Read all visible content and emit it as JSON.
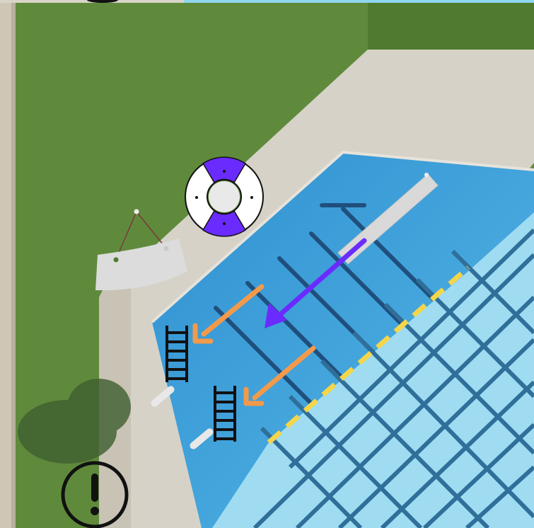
{
  "map": {
    "type": "aerial pool safety diagram",
    "colors": {
      "grass": "#5f8a3c",
      "grass_dark": "#4f7a2f",
      "sidewalk": "#cfc6b6",
      "deck": "#d6d2c8",
      "pool_deep": "#3f9fd8",
      "pool_shallow": "#9fdcf1",
      "lane_lines": "#1f4f7d",
      "rope_line": "#f5d54a",
      "arrow_orange": "#f39a4a",
      "arrow_purple": "#6a2bff",
      "ring_purple": "#6a2bff",
      "ladder": "#111111"
    },
    "icons": {
      "ring": "life-ring-icon",
      "ladder": "ladder-icon",
      "warning": "exclamation-icon",
      "board": "diving-board-icon",
      "sign": "hanging-sign-icon"
    },
    "arrows": [
      {
        "name": "orange-arrow-to-ladder-1",
        "color": "orange"
      },
      {
        "name": "orange-arrow-to-ladder-2",
        "color": "orange"
      },
      {
        "name": "purple-arrow-from-board",
        "color": "purple"
      }
    ],
    "ladders_count": 2,
    "lines": [
      {
        "name": "deep-shallow-boundary",
        "style": "dashed"
      }
    ]
  }
}
